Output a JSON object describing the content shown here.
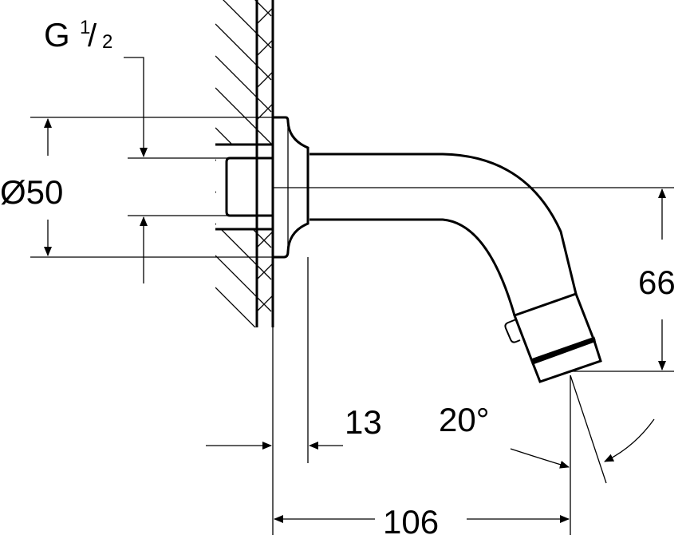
{
  "drawing": {
    "thread_label": "G",
    "thread_fraction_num": "1",
    "thread_fraction_den": "2",
    "diameter_label": "Ø50",
    "height_label": "66",
    "depth_label": "13",
    "angle_label": "20°",
    "length_label": "106",
    "ink_color": "#000000"
  }
}
